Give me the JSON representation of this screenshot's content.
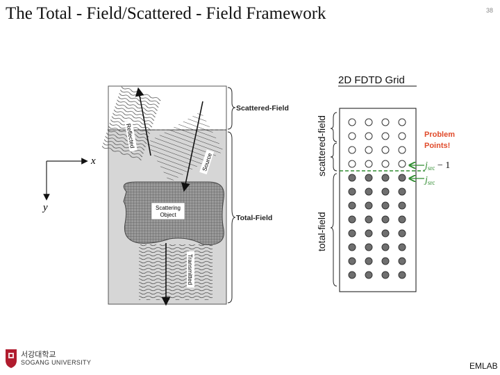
{
  "slide": {
    "title": "The Total - Field/Scattered - Field Framework",
    "page_number": "38",
    "footer": "EMLAB"
  },
  "logo": {
    "name_korean": "서강대학교",
    "name_english": "SOGANG UNIVERSITY"
  },
  "left_diagram": {
    "axis_x": "x",
    "axis_y": "y",
    "labels": {
      "reflected": "Reflected",
      "source": "Source",
      "scattering_object": [
        "Scattering",
        "Object"
      ],
      "transmitted": "Transmitted"
    },
    "regions": {
      "scattered_field": "Scattered-Field",
      "total_field": "Total-Field"
    }
  },
  "grid_diagram": {
    "title": "2D FDTD Grid",
    "side_labels": {
      "scattered": "scattered-field",
      "total": "total-field"
    },
    "problem_note": [
      "Problem",
      "Points!"
    ],
    "problem_color": "#e04a2a",
    "boundary_color": "#2e8b2e",
    "j_src_minus_1": {
      "symbol": "j",
      "subscript": "src",
      "suffix": " − 1"
    },
    "j_src": {
      "symbol": "j",
      "subscript": "src"
    },
    "columns": 4,
    "scattered_rows": 4,
    "total_rows": 8
  }
}
